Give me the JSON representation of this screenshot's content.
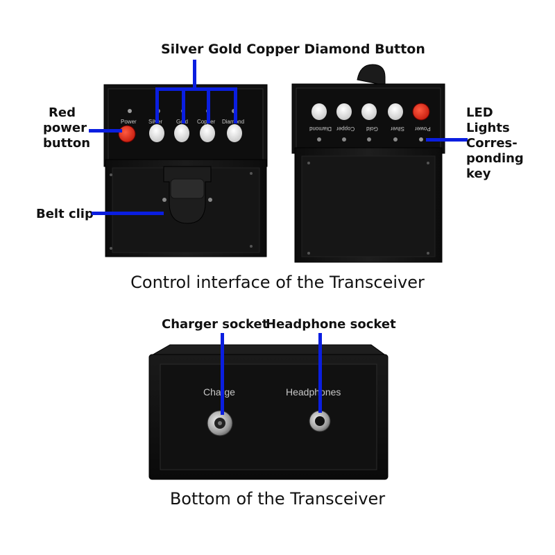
{
  "callouts": {
    "buttons_title": "Silver Gold Copper Diamond Button",
    "red_power_lines": [
      "Red",
      "power",
      "button"
    ],
    "belt_clip": "Belt clip",
    "led_lines": [
      "LED",
      "Lights",
      "Corres-",
      "ponding",
      "key"
    ],
    "charger_socket": "Charger socket",
    "headphone_socket": "Headphone socket"
  },
  "captions": {
    "control_interface": "Control interface of the Transceiver",
    "bottom": "Bottom of the Transceiver"
  },
  "left_panel": {
    "labels": [
      "Power",
      "Silver",
      "Gold",
      "Copper",
      "Diamond"
    ]
  },
  "right_panel": {
    "labels": [
      "Diamond",
      "Copper",
      "Gold",
      "Silver",
      "Power"
    ]
  },
  "bottom_panel": {
    "charge_label": "Charge",
    "headphones_label": "Headphones"
  },
  "colors": {
    "callout_line": "#0a1ee0",
    "power_button": "#e8200f",
    "key_button": "#e8e8e8",
    "device_body": "#141414"
  }
}
